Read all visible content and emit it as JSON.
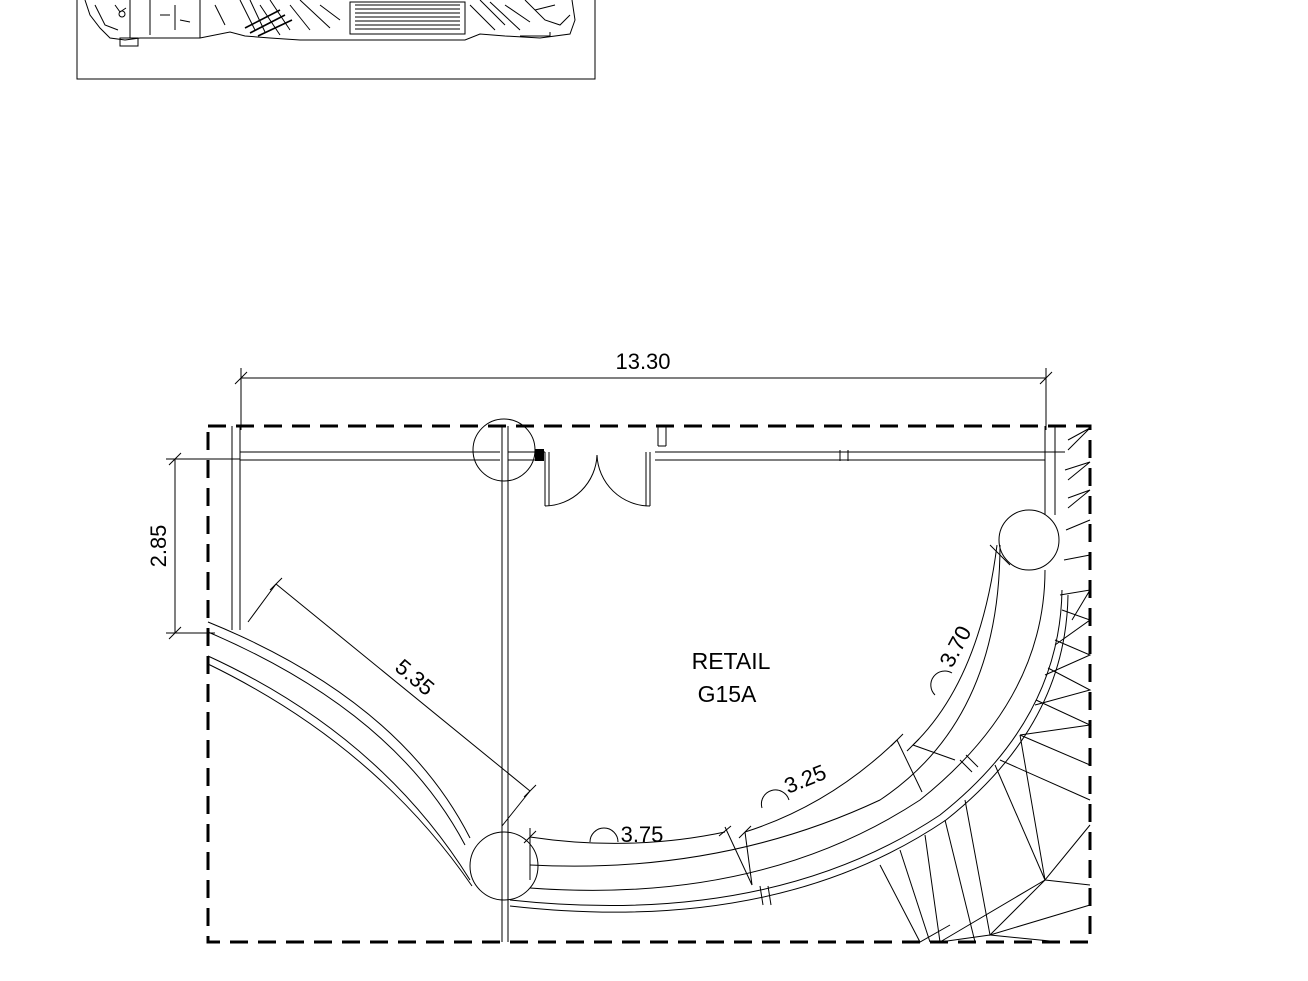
{
  "drawing": {
    "room_name": "RETAIL",
    "room_code": "G15A"
  },
  "dimensions": {
    "overall_width": "13.30",
    "left_height": "2.85",
    "diagonal": "5.35",
    "arc_1": "3.75",
    "arc_2": "3.25",
    "arc_3": "3.70"
  },
  "colors": {
    "line": "#000000",
    "background": "#ffffff"
  }
}
